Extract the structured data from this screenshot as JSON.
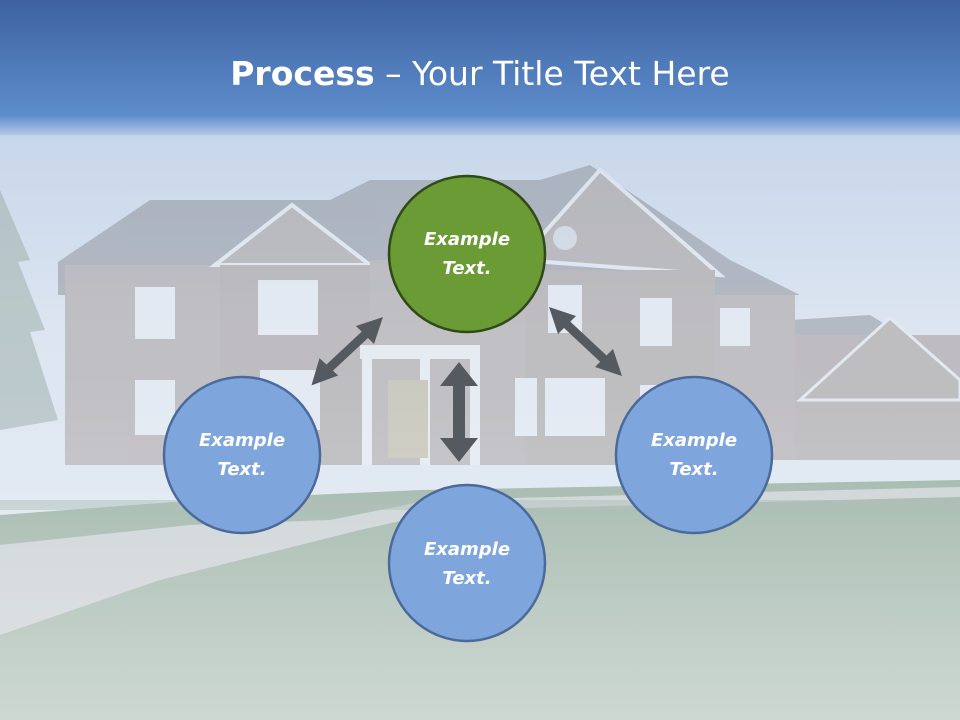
{
  "title": {
    "bold": "Process",
    "dash": " – ",
    "rest": "Your Title Text Here"
  },
  "colors": {
    "header_top": "#3f64a0",
    "header_bottom": "#5b8bcc",
    "center_fill": "#6a9b35",
    "center_stroke": "#2f4a17",
    "node_fill": "#7ea6dc",
    "node_stroke": "#4a6a9c",
    "arrow": "#555a60",
    "lawn": "#6f8f7f",
    "house_brick": "#8c8580"
  },
  "nodes": {
    "top": {
      "line1": "Example",
      "line2": "Text."
    },
    "left": {
      "line1": "Example",
      "line2": "Text."
    },
    "right": {
      "line1": "Example",
      "line2": "Text."
    },
    "bottom": {
      "line1": "Example",
      "line2": "Text."
    }
  }
}
